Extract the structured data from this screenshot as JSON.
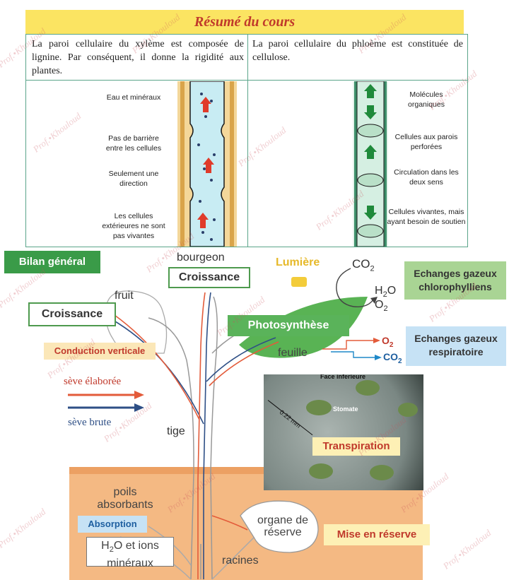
{
  "resume": {
    "title": "Résumé du cours",
    "xylem_text": "La paroi cellulaire du xylème est composée de lignine. Par conséquent, il donne la rigidité aux plantes.",
    "phloem_text": "La paroi cellulaire du phloème est constituée de cellulose.",
    "xylem_labels": [
      "Eau et minéraux",
      "Pas de barrière entre les cellules",
      "Seulement une direction",
      "Les cellules extérieures ne sont pas vivantes"
    ],
    "phloem_labels": [
      "Molécules organiques",
      "Cellules aux parois perforées",
      "Circulation dans les deux sens",
      "Cellules vivantes, mais ayant besoin de soutien"
    ]
  },
  "bilan": {
    "title": "Bilan général",
    "bourgeon": "bourgeon",
    "croissance_top": "Croissance",
    "lumiere": "Lumière",
    "co2_top": "CO",
    "co2_top_sub": "2",
    "h2o_top": "H",
    "h2o_top_sub": "2",
    "h2o_top_tail": "O",
    "o2_top": "O",
    "o2_top_sub": "2",
    "echanges_chloro": "Echanges gazeux chlorophylliens",
    "fruit": "fruit",
    "croissance_left": "Croissance",
    "photosynthese": "Photosynthèse",
    "conduction": "Conduction verticale",
    "feuille": "feuille",
    "o2_resp": "O",
    "o2_resp_sub": "2",
    "co2_resp": "CO",
    "co2_resp_sub": "2",
    "echanges_resp": "Echanges gazeux respiratoire",
    "seve_elaboree": "sève élaborée",
    "seve_brute": "sève brute",
    "face_inferieure": "Face inferieure",
    "stomate": "Stomate",
    "scale": "0.22 mm",
    "tige": "tige",
    "transpiration": "Transpiration",
    "poils": "poils absorbants",
    "absorption": "Absorption",
    "organe": "organe de réserve",
    "mise_reserve": "Mise en réserve",
    "h2o_ions_a": "H",
    "h2o_ions_sub": "2",
    "h2o_ions_b": "O et ions minéraux",
    "racines": "racines"
  },
  "watermark": "Prof.•Khouloud",
  "colors": {
    "title_bg": "#fbe462",
    "title_text": "#c0392b",
    "bilan_bg": "#3a9b48",
    "green_border": "#4e9a4e",
    "soil": "#f4b983",
    "sap_red": "#e35b3a",
    "sap_blue": "#2e4f86"
  }
}
